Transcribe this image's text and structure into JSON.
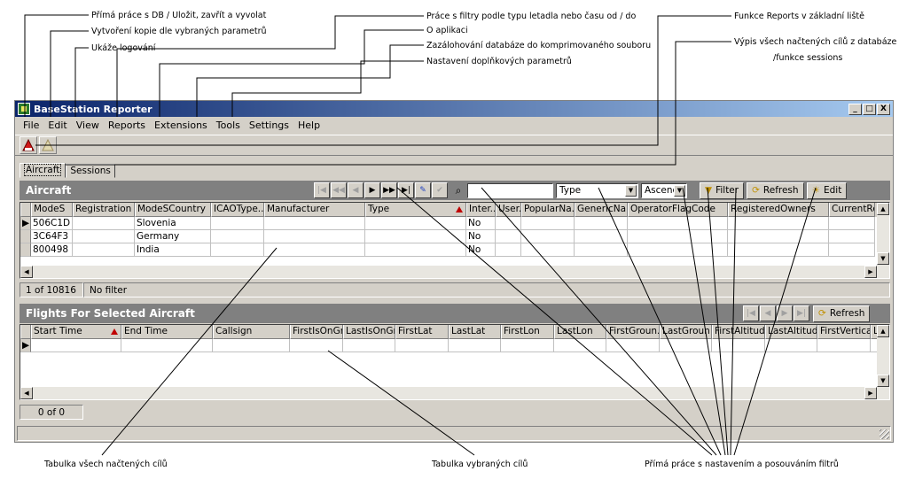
{
  "annotations": {
    "db_work": "Přímá práce s DB / Uložit, zavřít a vyvolat",
    "copy": "Vytvoření kopie dle vybraných parametrů",
    "logging": "Ukáže logování",
    "filters": "Práce s filtry podle typu letadla nebo času od / do",
    "about": "O aplikaci",
    "backup": "Zazálohování databáze do komprimovaného souboru",
    "settings_addon": "Nastavení doplňkových parametrů",
    "reports_func": "Funkce Reports v základní liště",
    "list_all_line1": "Výpis všech načtených cílů z databáze",
    "list_all_line2": "/funkce sessions",
    "table_all": "Tabulka všech načtených cílů",
    "table_selected": "Tabulka vybraných cílů",
    "filter_work": "Přímá práce s nastavením a posouváním filtrů"
  },
  "window": {
    "title": "BaseStation Reporter",
    "minimize": "_",
    "maximize": "□",
    "close": "X"
  },
  "menu": [
    "File",
    "Edit",
    "View",
    "Reports",
    "Extensions",
    "Tools",
    "Settings",
    "Help"
  ],
  "tabs": [
    "Aircraft",
    "Sessions"
  ],
  "aircraft": {
    "header": "Aircraft",
    "filter_text": "",
    "type_select": "Type",
    "order_select": "Ascend",
    "filter_btn": "Filter",
    "refresh_btn": "Refresh",
    "edit_btn": "Edit",
    "columns": [
      "ModeS",
      "Registration",
      "ModeSCountry",
      "ICAOType...",
      "Manufacturer",
      "Type",
      "Inter...",
      "User...",
      "PopularNa...",
      "GenericNa...",
      "OperatorFlagCode",
      "RegisteredOwners",
      "CurrentRe"
    ],
    "rows": [
      [
        "506C1D",
        "",
        "Slovenia",
        "",
        "",
        "",
        "No",
        "",
        "",
        "",
        "",
        "",
        ""
      ],
      [
        "3C64F3",
        "",
        "Germany",
        "",
        "",
        "",
        "No",
        "",
        "",
        "",
        "",
        "",
        ""
      ],
      [
        "800498",
        "",
        "India",
        "",
        "",
        "",
        "No",
        "",
        "",
        "",
        "",
        "",
        ""
      ]
    ],
    "status_count": "1 of 10816",
    "status_filter": "No filter"
  },
  "flights": {
    "header": "Flights For Selected Aircraft",
    "refresh_btn": "Refresh",
    "columns": [
      "Start Time",
      "End Time",
      "Callsign",
      "FirstIsOnGr...",
      "LastIsOnGr...",
      "FirstLat",
      "LastLat",
      "FirstLon",
      "LastLon",
      "FirstGroun...",
      "LastGroun...",
      "FirstAltitude",
      "LastAltitude",
      "FirstVertica...",
      "L"
    ],
    "status_count": "0 of 0"
  }
}
